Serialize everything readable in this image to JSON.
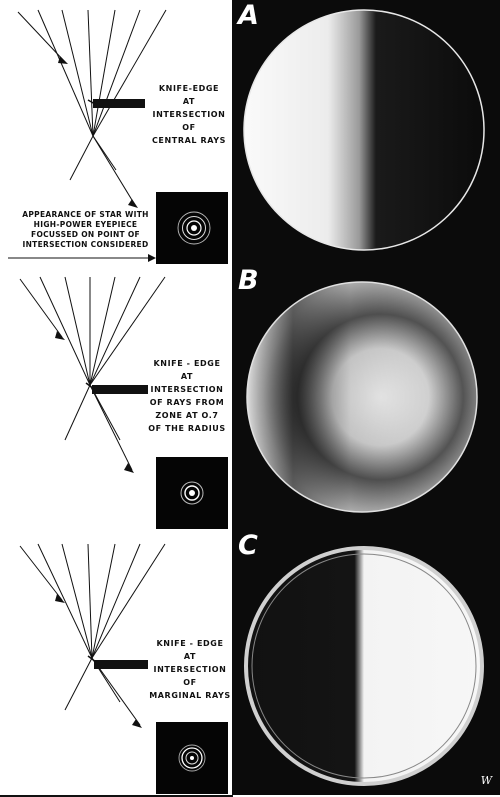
{
  "figure": {
    "panels": [
      {
        "letter": "A",
        "knife_edge_label": [
          "KNIFE-EDGE",
          "AT",
          "INTERSECTION",
          "OF",
          "CENTRAL RAYS"
        ],
        "star_caption": [
          "APPEARANCE OF STAR WITH",
          "HIGH-POWER EYEPIECE",
          "FOCUSSED ON POINT OF",
          "INTERSECTION CONSIDERED"
        ]
      },
      {
        "letter": "B",
        "knife_edge_label": [
          "KNIFE - EDGE",
          "AT",
          "INTERSECTION",
          "OF RAYS FROM",
          "ZONE AT O.7",
          "OF THE RADIUS"
        ]
      },
      {
        "letter": "C",
        "knife_edge_label": [
          "KNIFE - EDGE",
          "AT",
          "INTERSECTION",
          "OF",
          "MARGINAL RAYS"
        ]
      }
    ],
    "signature": "W",
    "colors": {
      "ink": "#111111",
      "background": "#ffffff",
      "shadow": "#0b0b0b",
      "lit": "#f5f5f5"
    }
  }
}
